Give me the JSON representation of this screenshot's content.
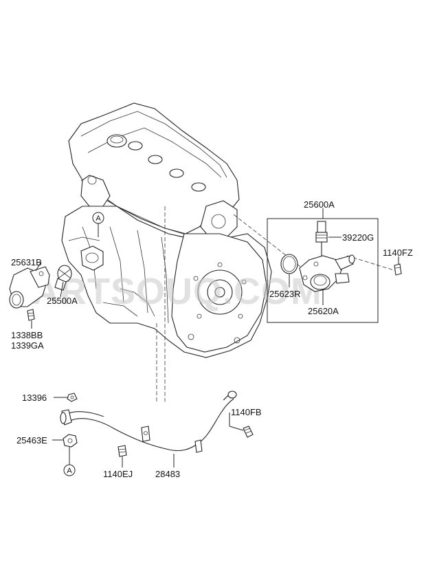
{
  "watermark": "PARTSOUQ.COM",
  "callouts": {
    "ref_a": "A"
  },
  "parts": {
    "p25600A": "25600A",
    "p39220G": "39220G",
    "p1140FZ": "1140FZ",
    "p25623R": "25623R",
    "p25620A": "25620A",
    "p25631B": "25631B",
    "p25500A": "25500A",
    "p1338BB": "1338BB",
    "p1339GA": "1339GA",
    "p13396": "13396",
    "p1140FB": "1140FB",
    "p25463E": "25463E",
    "p1140EJ": "1140EJ",
    "p28483": "28483"
  }
}
